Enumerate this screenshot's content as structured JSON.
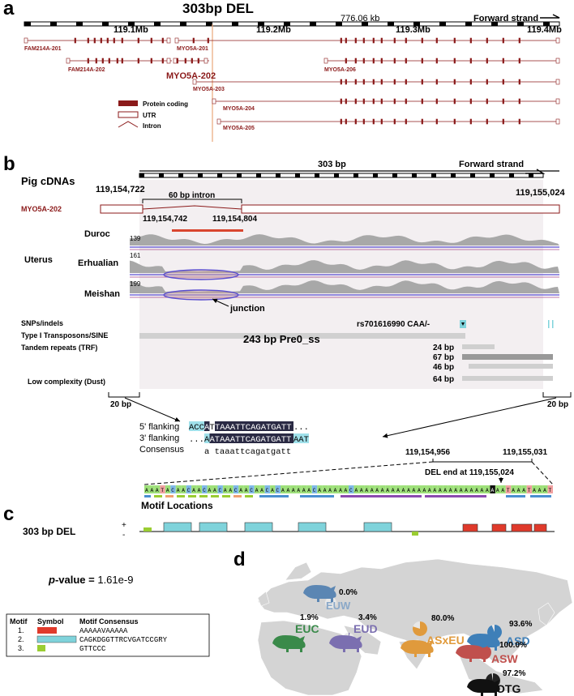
{
  "panel_a": {
    "label": "a",
    "title": "303bp DEL",
    "span": "776.06 kb",
    "strand": "Forward strand",
    "ticks": [
      "119.1Mb",
      "119.2Mb",
      "119.3Mb",
      "119.4Mb"
    ],
    "transcripts": [
      "FAM214A-201",
      "MYO5A-201",
      "FAM214A-202",
      "MYO5A-202",
      "MYO5A-206",
      "MYO5A-203",
      "MYO5A-204",
      "MYO5A-205"
    ],
    "legend": [
      "Protein coding",
      "UTR",
      "Intron"
    ],
    "colors": {
      "gene": "#8b1a1a",
      "highlight": "#e8a77a"
    }
  },
  "panel_b": {
    "label": "b",
    "track_title": "Pig cDNAs",
    "ruler_label": "303 bp",
    "strand": "Forward strand",
    "start": "119,154,722",
    "end": "119,155,024",
    "transcript": "MYO5A-202",
    "intron_label": "60 bp intron",
    "intron_start": "119,154,742",
    "intron_end": "119,154,804",
    "tissue": "Uterus",
    "breeds": [
      {
        "name": "Duroc",
        "max": "139"
      },
      {
        "name": "Erhualian",
        "max": "161"
      },
      {
        "name": "Meishan",
        "max": "199"
      }
    ],
    "junction": "junction",
    "annot_rows": [
      "SNPs/indels",
      "Type I Transposons/SINE",
      "Tandem repeats (TRF)",
      "Low complexity (Dust)"
    ],
    "snp": "rs701616990 CAA/-",
    "sine": "243 bp Pre0_ss",
    "trf": [
      "24 bp",
      "67 bp",
      "46 bp",
      "64 bp"
    ],
    "flank_left": "20 bp",
    "flank_right": "20 bp",
    "align": {
      "label5": "5' flanking",
      "label3": "3' flanking",
      "labelC": "Consensus",
      "seq5_pre": "ACC",
      "seq5_a": "A",
      "seq5_mid": "T",
      "seq5_core": "TAAATTCAGATGATT",
      "seq5_post": "...",
      "seq3_pre": "...",
      "seq3_a": "A",
      "seq3_core": "ATAAATTCAGATGATT",
      "seq3_post": "AAT",
      "consensus": "a taaattcagatgatt"
    },
    "zoom_start": "119,154,956",
    "zoom_end": "119,155,031",
    "del_end": "DEL end at 119,155,024",
    "sequence": "AAATACAACAACAACAACAACAACACAAAAAACAAAAAACAAAAAAAAAAAAAAAAAAAAAAAAAAAAATAAATAAAT"
  },
  "panel_c": {
    "label": "c",
    "title": "Motif Locations",
    "track": "303 bp DEL",
    "plus": "+",
    "minus": "-",
    "pvalue_label": "p",
    "pvalue_text": "-value = ",
    "pvalue": "1.61e-9",
    "table_headers": [
      "Motif",
      "Symbol",
      "Motif Consensus"
    ],
    "motifs": [
      {
        "num": "1.",
        "consensus": "AAAAAVAAAAA",
        "color": "#e03a2b"
      },
      {
        "num": "2.",
        "consensus": "CAGKDGGTTRCVGATCCGRY",
        "color": "#7fd3db"
      },
      {
        "num": "3.",
        "consensus": "GTTCCC",
        "color": "#9acd32"
      }
    ]
  },
  "panel_d": {
    "label": "d",
    "populations": [
      {
        "name": "EUW",
        "pct": "0.0%",
        "value": 0.0,
        "color": "#5b86b3"
      },
      {
        "name": "EUC",
        "pct": "1.9%",
        "value": 1.9,
        "color": "#3a8a4a"
      },
      {
        "name": "EUD",
        "pct": "3.4%",
        "value": 3.4,
        "color": "#7b6fb0"
      },
      {
        "name": "ASxEU",
        "pct": "80.0%",
        "value": 80.0,
        "color": "#e09a3c"
      },
      {
        "name": "ASD",
        "pct": "93.6%",
        "value": 93.6,
        "color": "#3e7fb8"
      },
      {
        "name": "ASW",
        "pct": "100.0%",
        "value": 100.0,
        "color": "#c0504d"
      },
      {
        "name": "OTG",
        "pct": "97.2%",
        "value": 97.2,
        "color": "#222222"
      }
    ]
  }
}
